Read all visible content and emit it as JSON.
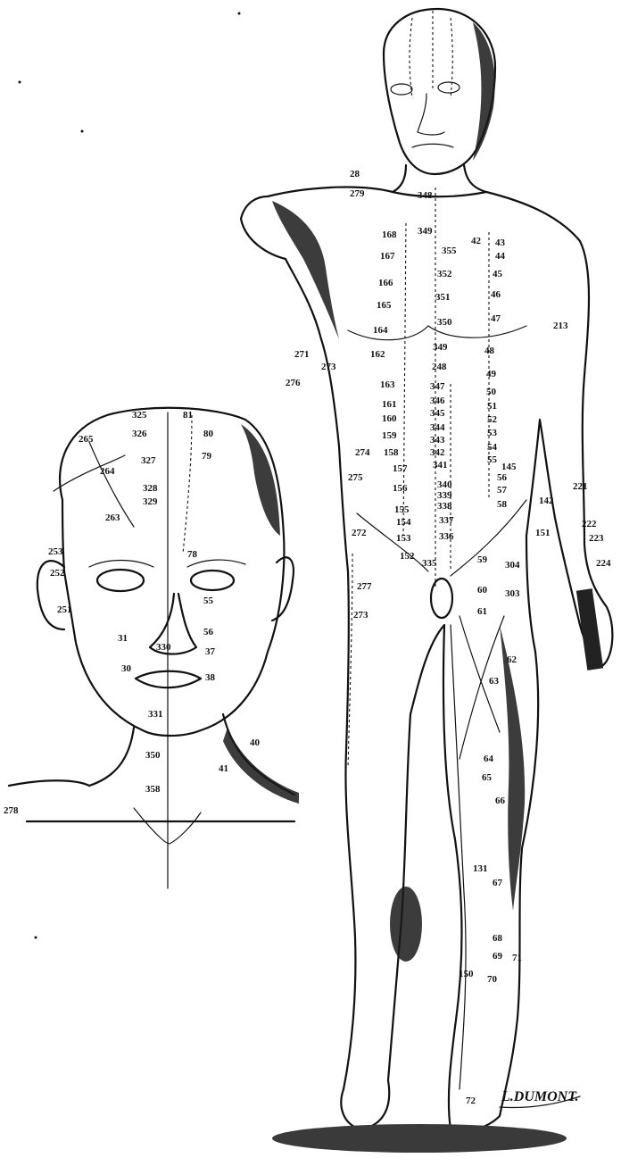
{
  "head_labels": [
    "325",
    "326",
    "81",
    "80",
    "265",
    "327",
    "79",
    "264",
    "328",
    "329",
    "263",
    "253",
    "78",
    "252",
    "55",
    "251",
    "31",
    "56",
    "330",
    "30",
    "37",
    "38",
    "331",
    "40",
    "350",
    "41",
    "358",
    "278"
  ],
  "body_labels": [
    "28",
    "279",
    "348",
    "42",
    "43",
    "168",
    "349",
    "355",
    "44",
    "167",
    "352",
    "45",
    "166",
    "351",
    "46",
    "165",
    "350",
    "47",
    "213",
    "164",
    "349",
    "48",
    "271",
    "162",
    "273",
    "248",
    "49",
    "276",
    "163",
    "347",
    "50",
    "161",
    "346",
    "51",
    "160",
    "345",
    "52",
    "159",
    "344",
    "53",
    "274",
    "158",
    "343",
    "54",
    "342",
    "55",
    "275",
    "157",
    "341",
    "145",
    "221",
    "156",
    "340",
    "56",
    "339",
    "57",
    "338",
    "58",
    "155",
    "337",
    "142",
    "222",
    "272",
    "154",
    "336",
    "153",
    "335",
    "151",
    "223",
    "152",
    "59",
    "304",
    "224",
    "277",
    "60",
    "303",
    "61",
    "273",
    "62",
    "63",
    "64",
    "65",
    "66",
    "131",
    "67",
    "68",
    "69",
    "71",
    "150",
    "70",
    "72"
  ],
  "signature": "L.DUMONT."
}
